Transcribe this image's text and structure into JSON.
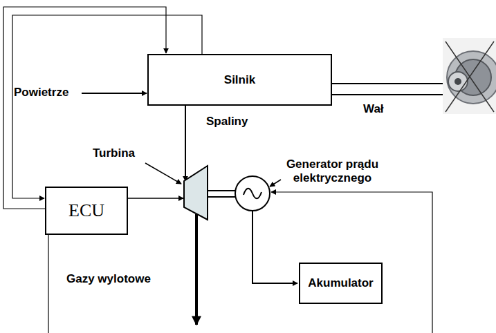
{
  "diagram": {
    "nodes": [
      {
        "text": [
          "Silnik"
        ]
      },
      {
        "text": [
          "ECU"
        ]
      },
      {
        "text": [
          "Akumulator"
        ]
      }
    ],
    "edges": [
      {
        "from": 1,
        "to": 0,
        "arrow": "to"
      },
      {
        "from": 0,
        "to": 1,
        "arrow": "to"
      }
    ],
    "labels": [
      "Powietrze",
      "Wał",
      "Spaliny",
      "Turbina",
      "Generator prądu elektrycznego",
      "Gazy wylotowe"
    ]
  }
}
